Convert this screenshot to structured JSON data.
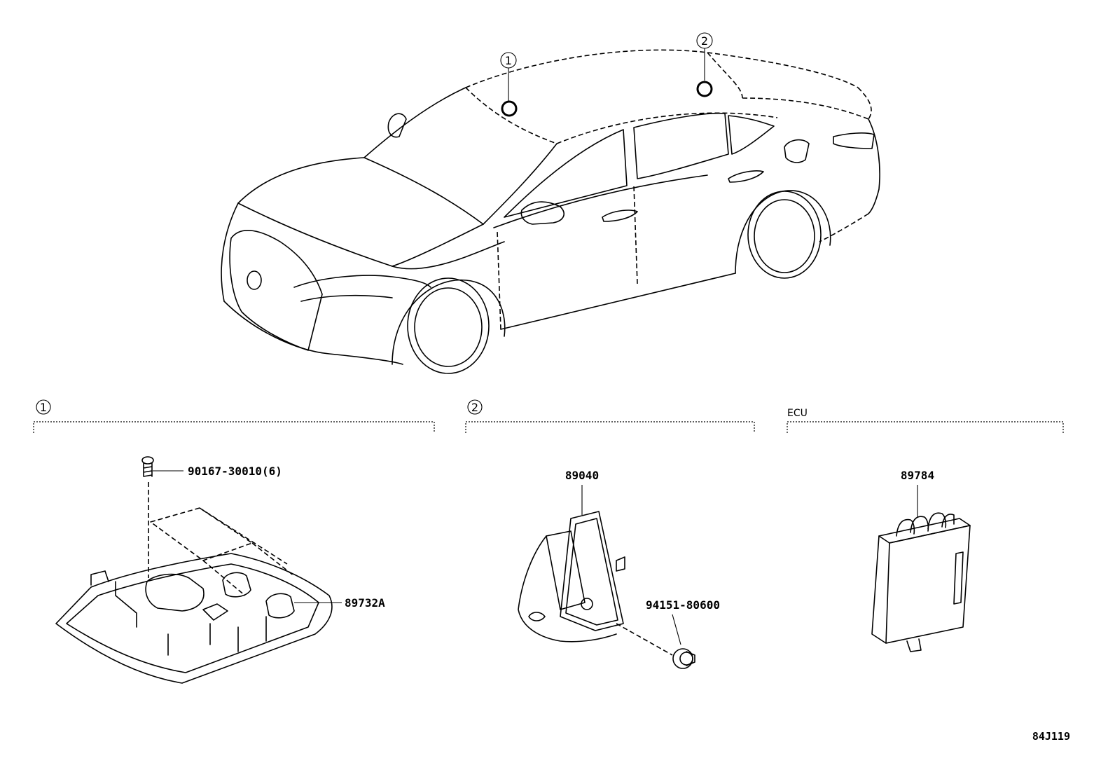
{
  "callouts": {
    "one": "1",
    "two": "2"
  },
  "sections": {
    "one": {
      "label": "1",
      "parts": {
        "screw": "90167-30010(6)",
        "lamp": "89732A"
      }
    },
    "two": {
      "label": "2",
      "parts": {
        "sensor": "89040",
        "clip": "94151-80600"
      }
    },
    "ecu": {
      "label": "ECU",
      "parts": {
        "ecu": "89784"
      }
    }
  },
  "diagram_ref": "84J119"
}
